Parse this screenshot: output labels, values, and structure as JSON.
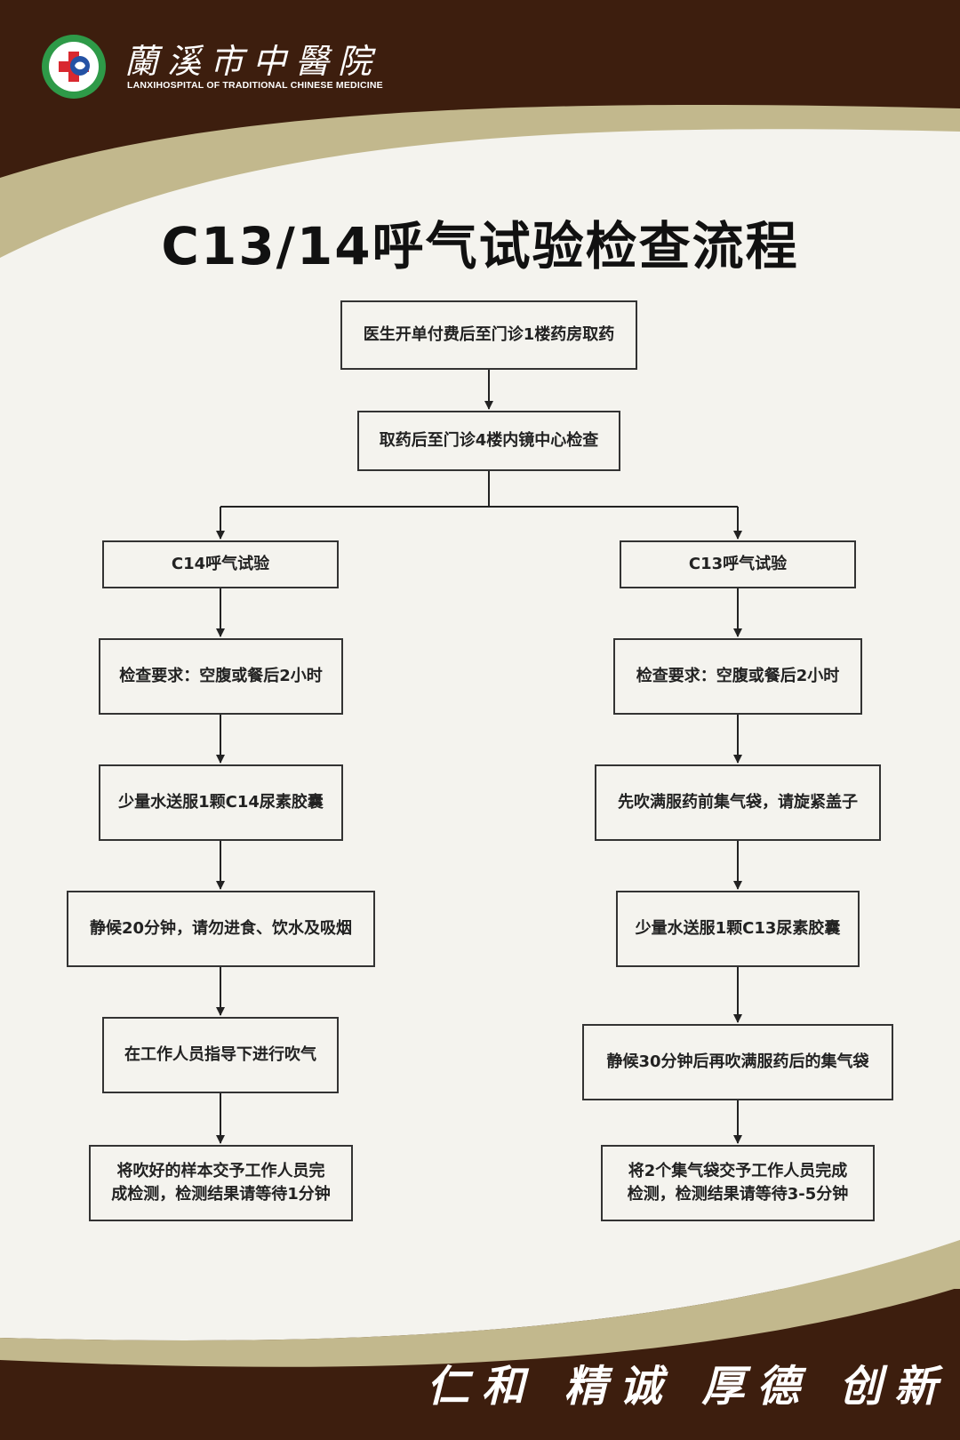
{
  "header": {
    "hospital_name": "蘭溪市中醫院",
    "hospital_name_en": "LANXIHOSPITAL OF TRADITIONAL CHINESE MEDICINE"
  },
  "title": "C13/14呼气试验检查流程",
  "colors": {
    "dark_brown": "#3d1e0e",
    "tan": "#c2b88d",
    "cream": "#f4f3ee",
    "logo_green": "#2e9a48",
    "logo_red": "#d9282f",
    "logo_blue": "#2452a4"
  },
  "flow": {
    "step1": "医生开单付费后至门诊1楼药房取药",
    "step2": "取药后至门诊4楼内镜中心检查",
    "left": {
      "title": "C14呼气试验",
      "steps": [
        [
          "检查要求：空腹或餐后2小时"
        ],
        [
          "少量水送服1颗C14尿素胶囊"
        ],
        [
          "静候20分钟，请勿进食、饮水及吸烟"
        ],
        [
          "在工作人员指导下进行吹气"
        ],
        [
          "将吹好的样本交予工作人员完",
          "成检测，检测结果请等待1分钟"
        ]
      ]
    },
    "right": {
      "title": "C13呼气试验",
      "steps": [
        [
          "检查要求：空腹或餐后2小时"
        ],
        [
          "先吹满服药前集气袋，请旋紧盖子"
        ],
        [
          "少量水送服1颗C13尿素胶囊"
        ],
        [
          "静候30分钟后再吹满服药后的集气袋"
        ],
        [
          "将2个集气袋交予工作人员完成",
          "检测，检测结果请等待3-5分钟"
        ]
      ]
    }
  },
  "slogan": "仁和 精诚 厚德 创新"
}
